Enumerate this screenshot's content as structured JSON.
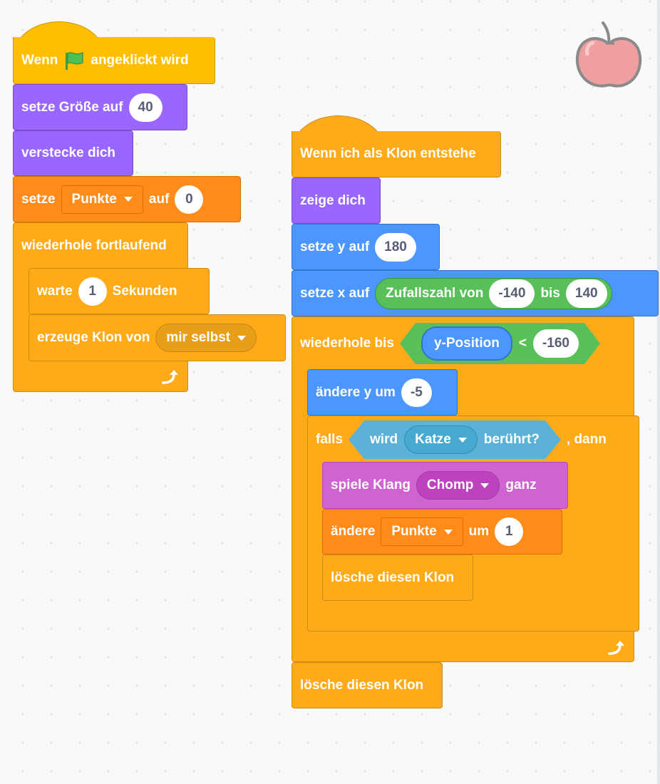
{
  "script1": {
    "when_flag": {
      "before": "Wenn",
      "after": "angeklickt wird",
      "icon": "green-flag-icon"
    },
    "set_size": {
      "label": "setze Größe auf",
      "value": "40"
    },
    "hide": {
      "label": "verstecke dich"
    },
    "set_var": {
      "label": "setze",
      "var": "Punkte",
      "to": "auf",
      "value": "0"
    },
    "forever": {
      "label": "wiederhole fortlaufend"
    },
    "wait": {
      "label": "warte",
      "value": "1",
      "unit": "Sekunden"
    },
    "create_clone": {
      "label": "erzeuge Klon von",
      "target": "mir selbst"
    }
  },
  "script2": {
    "hat": {
      "label": "Wenn ich als Klon entstehe"
    },
    "show": {
      "label": "zeige dich"
    },
    "set_y": {
      "label": "setze y auf",
      "value": "180"
    },
    "set_x": {
      "label": "setze x auf",
      "random_label": "Zufallszahl von",
      "from": "-140",
      "to_label": "bis",
      "to": "140"
    },
    "repeat_until": {
      "label": "wiederhole bis",
      "reporter": "y-Position",
      "op": "<",
      "value": "-160"
    },
    "change_y": {
      "label": "ändere y um",
      "value": "-5"
    },
    "if_touch": {
      "label": "falls",
      "sense_before": "wird",
      "object": "Katze",
      "sense_after": "berührt?",
      "then": ", dann"
    },
    "play_sound": {
      "label": "spiele Klang",
      "sound": "Chomp",
      "suffix": "ganz"
    },
    "change_var": {
      "label": "ändere",
      "var": "Punkte",
      "by": "um",
      "value": "1"
    },
    "delete_clone_inner": {
      "label": "lösche diesen Klon"
    },
    "delete_clone_outer": {
      "label": "lösche diesen Klon"
    }
  },
  "sprite": {
    "icon": "apple-icon"
  },
  "colors": {
    "events": "#ffbf00",
    "looks": "#9966ff",
    "variables": "#ff8c1a",
    "control": "#ffab19",
    "motion": "#4c97ff",
    "operators": "#59c059",
    "sensing": "#5cb1d6",
    "sound": "#cf63cf"
  }
}
